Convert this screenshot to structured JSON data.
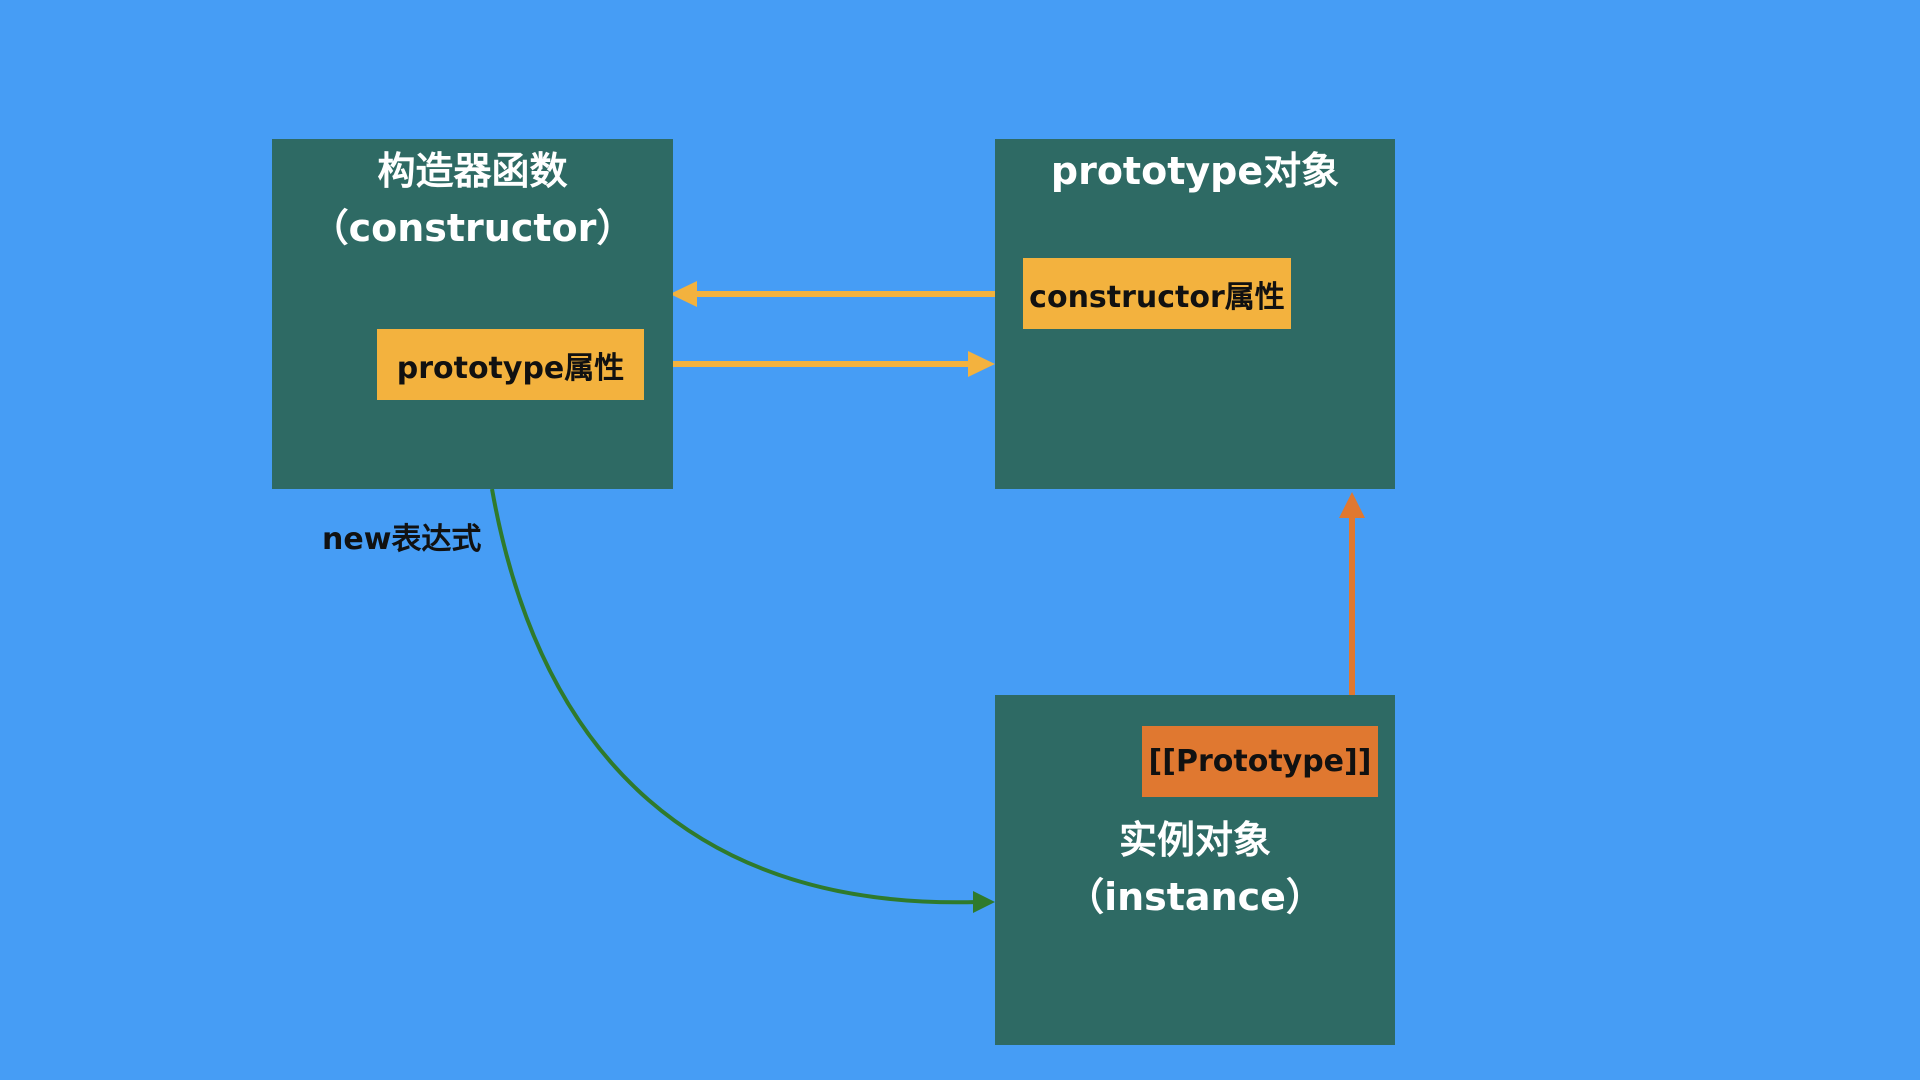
{
  "constructor_box": {
    "title_line1": "构造器函数",
    "title_line2": "（constructor）",
    "prototype_property": "prototype属性"
  },
  "prototype_box": {
    "title": "prototype对象",
    "constructor_property": "constructor属性"
  },
  "instance_box": {
    "prototype_internal": "[[Prototype]]",
    "title_line1": "实例对象",
    "title_line2": "（instance）"
  },
  "new_expression_label": "new表达式",
  "colors": {
    "background": "#469df5",
    "box": "#2e6a64",
    "property_tag": "#f3b23e",
    "internal_tag": "#e07830",
    "property_arrow": "#f3b23e",
    "internal_arrow": "#e07830",
    "new_arrow": "#2f7a2c",
    "title_text": "#ffffff",
    "tag_text": "#111111"
  }
}
